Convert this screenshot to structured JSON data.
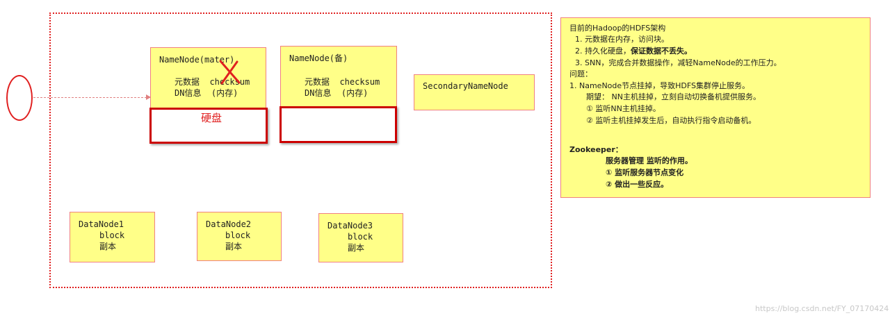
{
  "namenode_master": {
    "title": "NameNode(mater)",
    "line1": "元数据  checksum",
    "line2": "DN信息  (内存)",
    "disk_label": "硬盘"
  },
  "namenode_standby": {
    "title": "NameNode(备)",
    "line1": "元数据  checksum",
    "line2": "DN信息  (内存)"
  },
  "secondary_namenode": {
    "title": "SecondaryNameNode"
  },
  "datanodes": [
    {
      "title": "DataNode1",
      "line1": "block",
      "line2": "副本"
    },
    {
      "title": "DataNode2",
      "line1": "block",
      "line2": "副本"
    },
    {
      "title": "DataNode3",
      "line1": "block",
      "line2": "副本"
    }
  ],
  "notes": {
    "heading": "目前的Hadoop的HDFS架构",
    "item1": "1. 元数据在内存，访问块。",
    "item2_prefix": "2. 持久化硬盘，",
    "item2_bold": "保证数据不丢失。",
    "item3": "3. SNN，完成合并数据操作，减轻NameNode的工作压力。",
    "problem_heading": "问题：",
    "problem1": "1. NameNode节点挂掉，导致HDFS集群停止服务。",
    "expect": "期望： NN主机挂掉，立刻自动切换备机提供服务。",
    "expect1": "① 监听NN主机挂掉。",
    "expect2": "② 监听主机挂掉发生后，自动执行指令启动备机。",
    "zk_heading": "Zookeeper：",
    "zk_role": "服务器管理 监听的作用。",
    "zk1": "① 监听服务器节点变化",
    "zk2": "② 做出一些反应。"
  },
  "watermark": "https://blog.csdn.net/FY_07170424"
}
